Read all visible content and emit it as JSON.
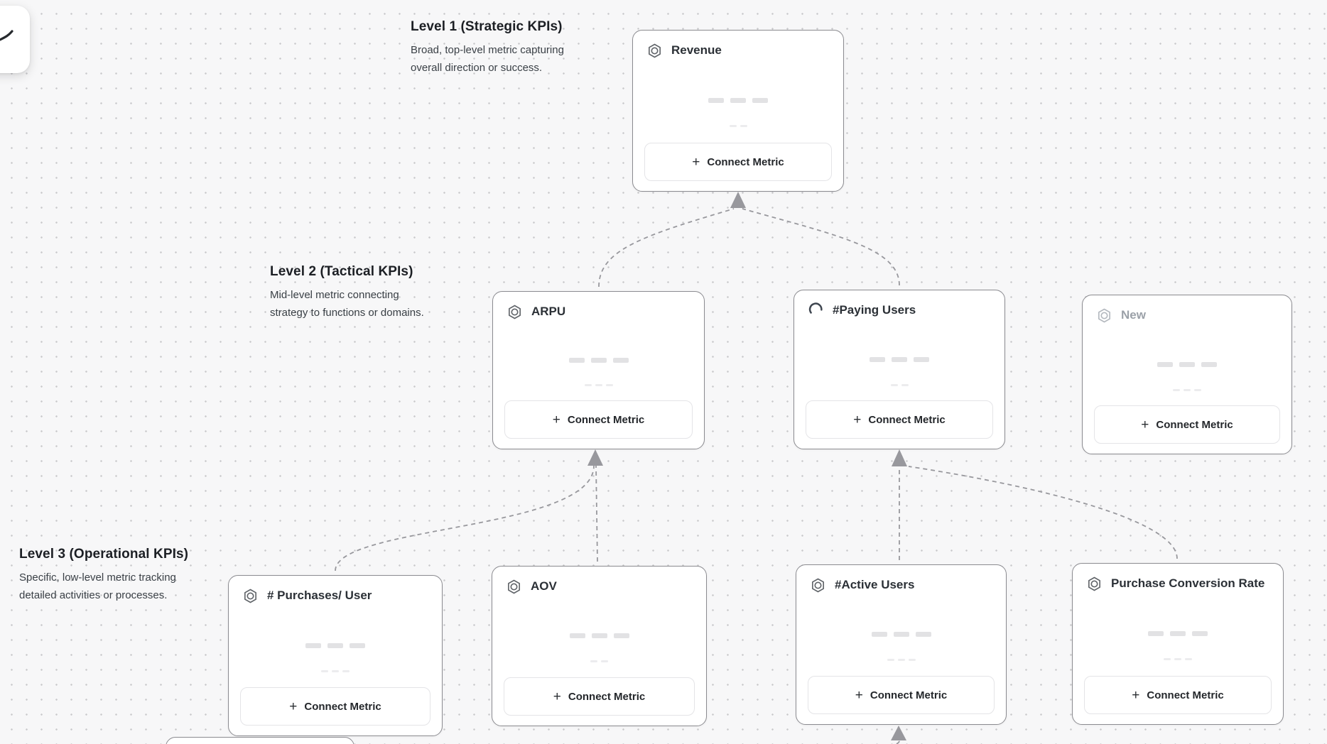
{
  "canvas": {
    "background": "#f7f7f8",
    "dot_color": "#c9c9cc",
    "connector_color": "#98989d",
    "card_border_color": "#8b8b90"
  },
  "floating_button": {
    "icon": "cursor-icon"
  },
  "levels": {
    "level1": {
      "title": "Level 1 (Strategic KPIs)",
      "desc1": "Broad, top-level metric capturing",
      "desc2": "overall direction or success."
    },
    "level2": {
      "title": "Level 2 (Tactical KPIs)",
      "desc1": "Mid-level metric connecting",
      "desc2": "strategy to functions or domains."
    },
    "level3": {
      "title": "Level 3 (Operational KPIs)",
      "desc1": "Specific, low-level metric tracking",
      "desc2": "detailed activities or processes."
    }
  },
  "cards": {
    "revenue": {
      "title": "Revenue",
      "icon": "hexagon-metric-icon",
      "button_label": "Connect Metric"
    },
    "arpu": {
      "title": "ARPU",
      "icon": "hexagon-metric-icon",
      "button_label": "Connect Metric"
    },
    "paying_users": {
      "title": "#Paying Users",
      "icon": "spinner-icon",
      "button_label": "Connect Metric"
    },
    "new_metric": {
      "title": "New",
      "icon": "hexagon-metric-icon",
      "button_label": "Connect Metric"
    },
    "purchases_per_user": {
      "title": "# Purchases/ User",
      "icon": "hexagon-metric-icon",
      "button_label": "Connect Metric"
    },
    "aov": {
      "title": "AOV",
      "icon": "hexagon-metric-icon",
      "button_label": "Connect Metric"
    },
    "active_users": {
      "title": "#Active Users",
      "icon": "hexagon-metric-icon",
      "button_label": "Connect Metric"
    },
    "purchase_conversion_rate": {
      "title": "Purchase Conversion Rate",
      "icon": "hexagon-metric-icon",
      "button_label": "Connect Metric"
    }
  }
}
